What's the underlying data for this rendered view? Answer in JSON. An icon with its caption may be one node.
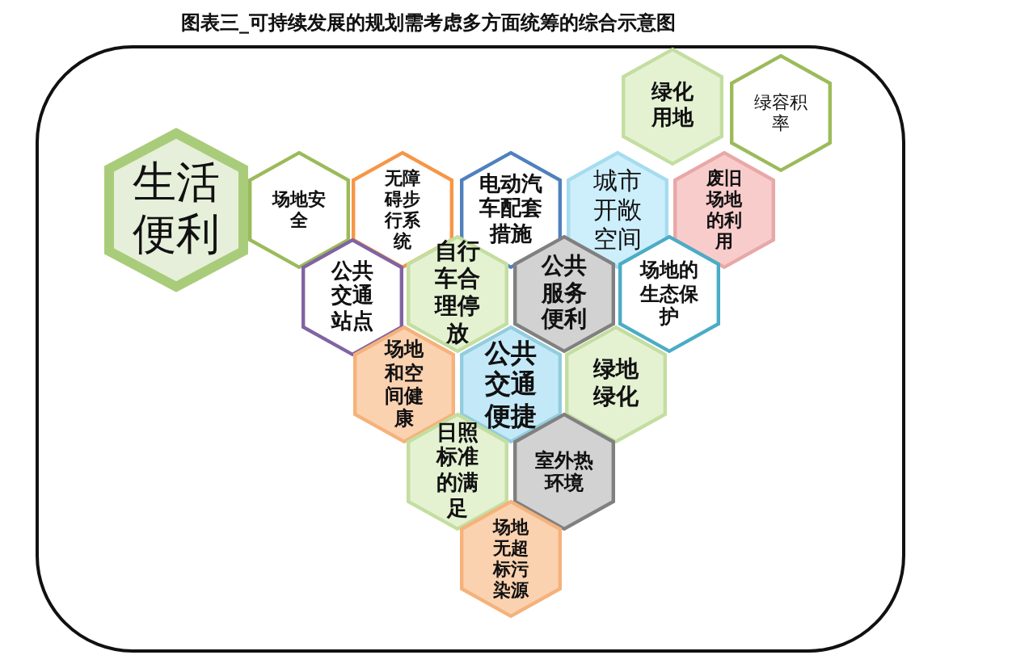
{
  "diagram": {
    "title": "图表三_可持续发展的规划需考虑多方面统筹的综合示意图",
    "nodes": [
      {
        "text": [],
        "shape": "box"
      },
      {
        "text": [
          "生活便利"
        ],
        "in": 0
      },
      {
        "text": [
          "绿化用地"
        ],
        "in": 0
      },
      {
        "text": [
          "绿容积率"
        ],
        "in": 0
      },
      {
        "text": [
          "场地安全"
        ],
        "in": 0
      },
      {
        "text": [
          "无障碍步行系统"
        ],
        "in": 0
      },
      {
        "text": [
          "电动汽车配套措施"
        ],
        "in": 0
      },
      {
        "text": [
          "城市开敞空间"
        ],
        "in": 0
      },
      {
        "text": [
          "废旧场地的利用"
        ],
        "in": 0
      },
      {
        "text": [
          "公共交通站点"
        ],
        "in": 0
      },
      {
        "text": [
          "自行车合理停放"
        ],
        "in": 0
      },
      {
        "text": [
          "公共服务便利"
        ],
        "in": 0
      },
      {
        "text": [
          "场地的生态保护"
        ],
        "in": 0
      },
      {
        "text": [
          "场地和空间健康"
        ],
        "in": 0
      },
      {
        "text": [
          "公共交通便捷"
        ],
        "in": 0
      },
      {
        "text": [
          "绿地绿化"
        ],
        "in": 0
      },
      {
        "text": [
          "日照标准的满足"
        ],
        "in": 0
      },
      {
        "text": [
          "室外热环境"
        ],
        "in": 0
      },
      {
        "text": [
          "场地无超标污染源"
        ],
        "in": 0
      }
    ],
    "edges": []
  }
}
